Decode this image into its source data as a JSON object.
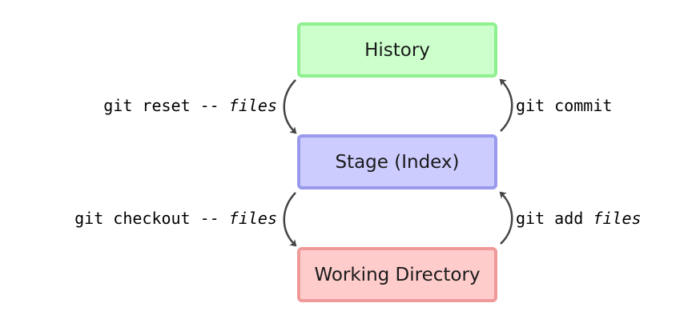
{
  "boxes": {
    "history": {
      "label": "History",
      "fill": "#ccffcc",
      "border": "#8ef08e"
    },
    "stage": {
      "label": "Stage (Index)",
      "fill": "#ccccff",
      "border": "#9999ee"
    },
    "working_directory": {
      "label": "Working Directory",
      "fill": "#ffcccc",
      "border": "#f09999"
    }
  },
  "commands": {
    "reset": {
      "cmd": "git reset --",
      "arg": "files"
    },
    "commit": {
      "cmd": "git commit",
      "arg": ""
    },
    "checkout": {
      "cmd": "git checkout --",
      "arg": "files"
    },
    "add": {
      "cmd": "git add",
      "arg": "files"
    }
  },
  "arrow_color": "#444444"
}
